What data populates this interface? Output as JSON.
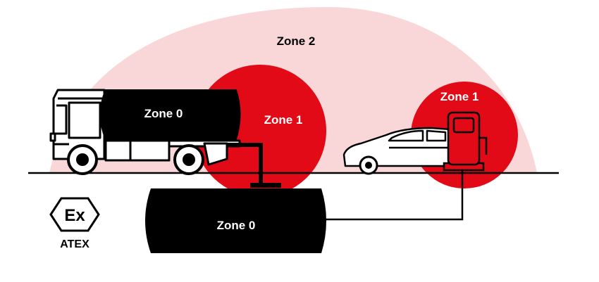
{
  "zones": {
    "zone2_label": "Zone 2",
    "truck_tank_label": "Zone 0",
    "truck_zone1_label": "Zone 1",
    "pump_zone1_label": "Zone 1",
    "underground_tank_label": "Zone 0"
  },
  "atex_logo": {
    "symbol_text": "Ex",
    "caption": "ATEX"
  },
  "colors": {
    "zone2": "#f9d7d8",
    "zone1": "#e20a16",
    "zone0": "#000000",
    "outline": "#000000",
    "background": "#ffffff"
  }
}
